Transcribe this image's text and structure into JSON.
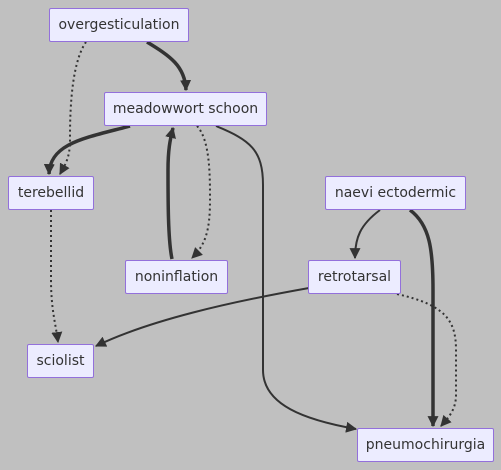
{
  "nodes": {
    "overgesticulation": "overgesticulation",
    "meadowwort_schoon": "meadowwort schoon",
    "terebellid": "terebellid",
    "naevi_ectodermic": "naevi ectodermic",
    "noninflation": "noninflation",
    "retrotarsal": "retrotarsal",
    "sciolist": "sciolist",
    "pneumochirurgia": "pneumochirurgia"
  },
  "edges": [
    {
      "from": "overgesticulation",
      "to": "meadowwort schoon",
      "style": "thick"
    },
    {
      "from": "overgesticulation",
      "to": "terebellid",
      "style": "dotted"
    },
    {
      "from": "meadowwort schoon",
      "to": "terebellid",
      "style": "thick"
    },
    {
      "from": "meadowwort schoon",
      "to": "noninflation",
      "style": "dotted"
    },
    {
      "from": "noninflation",
      "to": "meadowwort schoon",
      "style": "thick"
    },
    {
      "from": "meadowwort schoon",
      "to": "pneumochirurgia",
      "style": "solid"
    },
    {
      "from": "terebellid",
      "to": "sciolist",
      "style": "dotted"
    },
    {
      "from": "naevi ectodermic",
      "to": "retrotarsal",
      "style": "solid"
    },
    {
      "from": "naevi ectodermic",
      "to": "pneumochirurgia",
      "style": "thick"
    },
    {
      "from": "retrotarsal",
      "to": "sciolist",
      "style": "solid"
    },
    {
      "from": "retrotarsal",
      "to": "pneumochirurgia",
      "style": "dotted"
    }
  ],
  "colors": {
    "background": "#c0c0c0",
    "node_fill": "#ececff",
    "node_border": "#9370db",
    "edge": "#333333",
    "text": "#333333"
  }
}
